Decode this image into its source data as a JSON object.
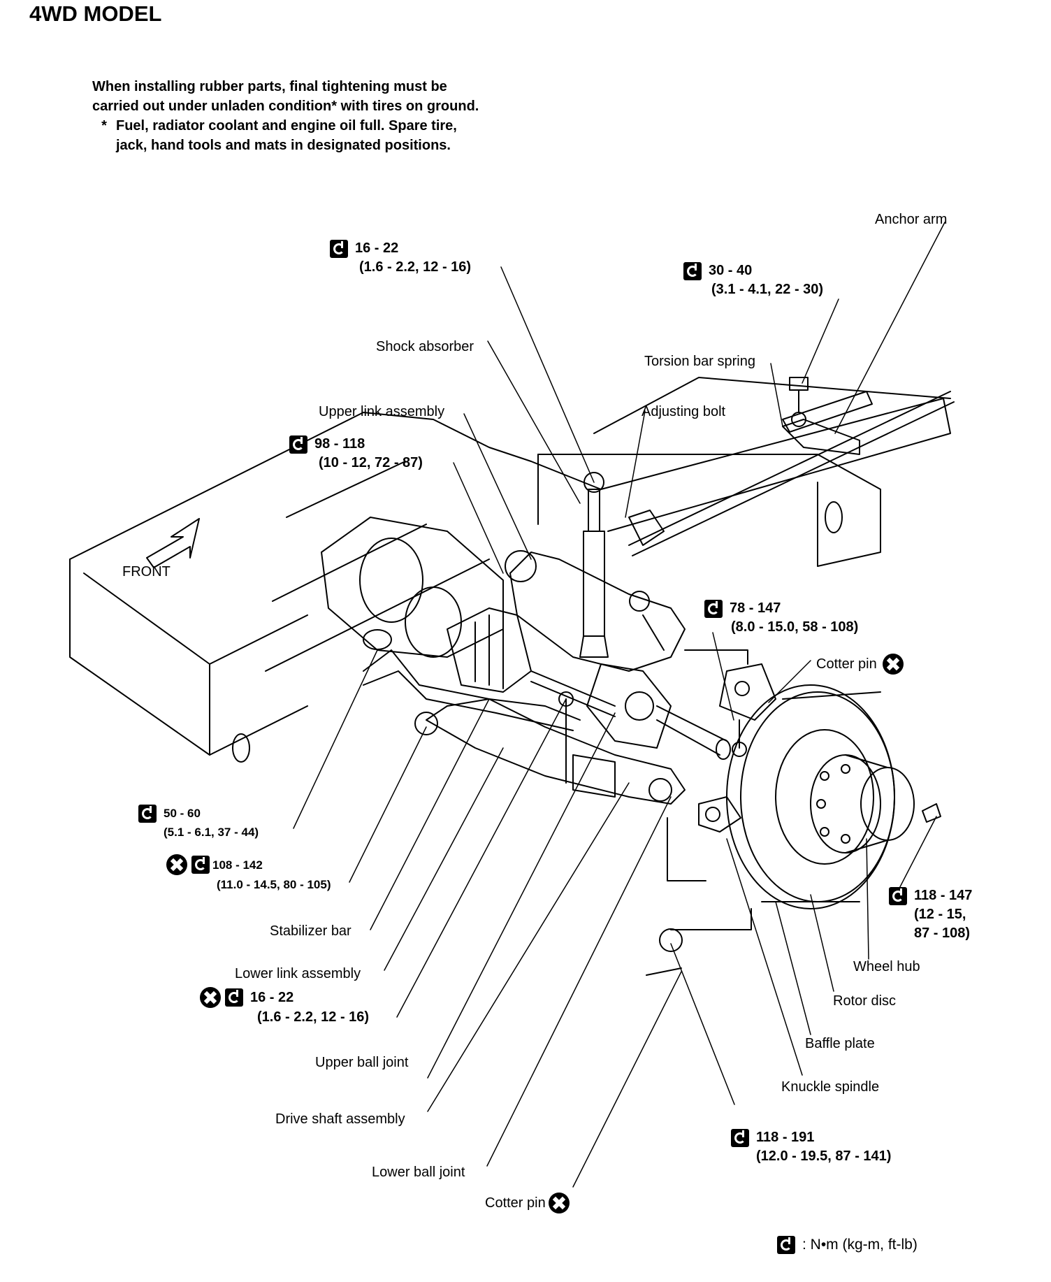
{
  "title": "4WD MODEL",
  "notes": {
    "line1": "When installing rubber parts, final tightening must be carried out under unladen condition* with tires on ground.",
    "footnote_mark": "*",
    "footnote": "Fuel, radiator coolant and engine oil full. Spare tire, jack, hand tools and mats in designated positions."
  },
  "labels": {
    "anchor_arm": "Anchor arm",
    "shock_absorber": "Shock absorber",
    "torsion_bar_spring": "Torsion bar spring",
    "upper_link_assembly": "Upper link assembly",
    "adjusting_bolt": "Adjusting bolt",
    "front": "FRONT",
    "cotter_pin_upper": "Cotter pin",
    "stabilizer_bar": "Stabilizer bar",
    "lower_link_assembly": "Lower link assembly",
    "upper_ball_joint": "Upper ball joint",
    "drive_shaft_assembly": "Drive shaft assembly",
    "lower_ball_joint": "Lower ball joint",
    "cotter_pin_lower": "Cotter pin",
    "wheel_hub": "Wheel hub",
    "rotor_disc": "Rotor disc",
    "baffle_plate": "Baffle plate",
    "knuckle_spindle": "Knuckle spindle"
  },
  "torques": {
    "t1": {
      "nm": "16 - 22",
      "alt": "(1.6 - 2.2, 12 - 16)"
    },
    "t2": {
      "nm": "30 - 40",
      "alt": "(3.1 - 4.1, 22 - 30)"
    },
    "t3": {
      "nm": "98 - 118",
      "alt": "(10 - 12, 72 - 87)"
    },
    "t4": {
      "nm": "78 - 147",
      "alt": "(8.0 - 15.0, 58 - 108)"
    },
    "t5": {
      "nm": "50 - 60",
      "alt": "(5.1 - 6.1, 37 - 44)"
    },
    "t6": {
      "nm": "108 - 142",
      "alt": "(11.0 - 14.5, 80 - 105)"
    },
    "t7": {
      "nm": "16 - 22",
      "alt": "(1.6 - 2.2, 12 - 16)"
    },
    "t8": {
      "nm": "118 - 147",
      "alt1": "(12 - 15,",
      "alt2": "87 - 108)"
    },
    "t9": {
      "nm": "118 - 191",
      "alt": "(12.0 - 19.5, 87 - 141)"
    }
  },
  "legend": {
    "text": ": N•m (kg-m, ft-lb)"
  },
  "icons": {
    "torque": "torque-wrench-icon",
    "replace": "do-not-reuse-icon"
  }
}
